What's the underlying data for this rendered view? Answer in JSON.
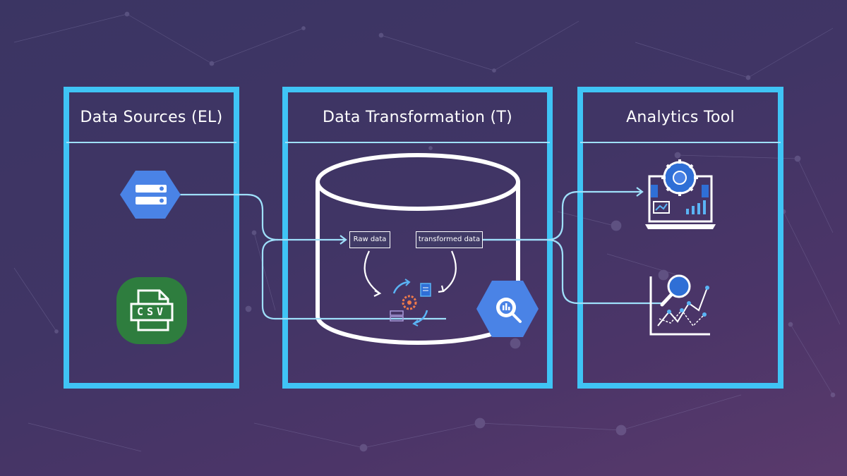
{
  "panels": {
    "sources": {
      "title": "Data Sources (EL)"
    },
    "transform": {
      "title": "Data Transformation (T)"
    },
    "analytics": {
      "title": "Analytics Tool"
    }
  },
  "labels": {
    "raw": "Raw data",
    "transformed": "transformed data",
    "csv": "CSV"
  },
  "colors": {
    "panel_border": "#3fc4f5",
    "connector": "#9fe0fb",
    "google_blue": "#4a83e6",
    "csv_green": "#2e7d3e",
    "icon_outline": "#ffffff"
  },
  "icons": {
    "sources": [
      "cloud-storage-icon",
      "csv-file-icon"
    ],
    "transform": [
      "database-cylinder-icon",
      "process-cycle-icon",
      "bigquery-icon"
    ],
    "analytics": [
      "dashboard-laptop-icon",
      "analysis-chart-icon"
    ]
  }
}
